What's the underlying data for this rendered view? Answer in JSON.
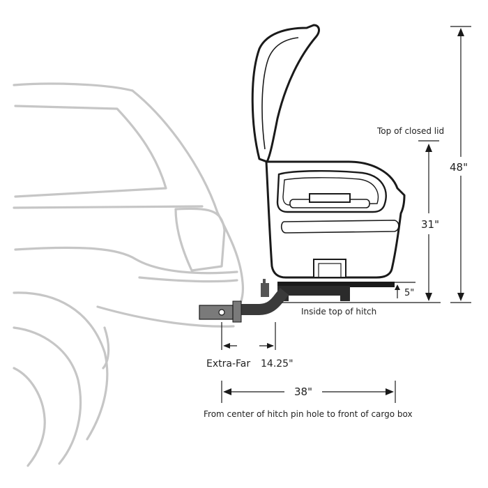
{
  "labels": {
    "top_closed_lid": "Top of closed lid",
    "total_height": "48\"",
    "lid_height": "31\"",
    "rise": "5\"",
    "inside_top_hitch": "Inside top of hitch",
    "extra_far": "Extra-Far",
    "extension": "14.25\"",
    "distance": "38\"",
    "distance_caption": "From center of hitch pin hole to front of cargo box"
  },
  "colors": {
    "vehicle_outline": "#c6c6c6",
    "ink": "#1a1a1a",
    "hitch_dark": "#3a3a3a",
    "hitch_light": "#7a7a7a"
  }
}
